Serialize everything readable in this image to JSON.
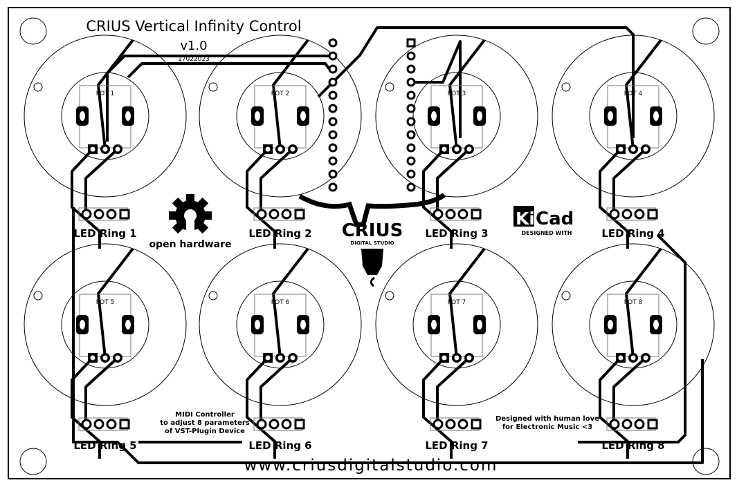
{
  "title": "CRIUS Vertical Infinity Control",
  "version": "v1.0",
  "date": "17022023",
  "pots": [
    {
      "label": "POT 1"
    },
    {
      "label": "POT 2"
    },
    {
      "label": "POT 3"
    },
    {
      "label": "POT 4"
    },
    {
      "label": "POT 5"
    },
    {
      "label": "POT 6"
    },
    {
      "label": "POT 7"
    },
    {
      "label": "POT 8"
    }
  ],
  "led_rings": [
    {
      "label": "LED Ring 1"
    },
    {
      "label": "LED Ring 2"
    },
    {
      "label": "LED Ring 3"
    },
    {
      "label": "LED Ring 4"
    },
    {
      "label": "LED Ring 5"
    },
    {
      "label": "LED Ring 6"
    },
    {
      "label": "LED Ring 7"
    },
    {
      "label": "LED Ring 8"
    }
  ],
  "notes": {
    "midi": [
      "MIDI Controller",
      "to adjust 8 parameters",
      "of VST-Plugin Device"
    ],
    "love": [
      "Designed with human love",
      "for Electronic Music <3"
    ]
  },
  "logos": {
    "oshw": "open hardware",
    "kicad_ki": "Ki",
    "kicad_cad": "Cad",
    "kicad_sub": "DESIGNED WITH",
    "crius": "CRIUS",
    "crius_sub": "DIGITAL STUDIO"
  },
  "website": "www.criusdigitalstudio.com"
}
